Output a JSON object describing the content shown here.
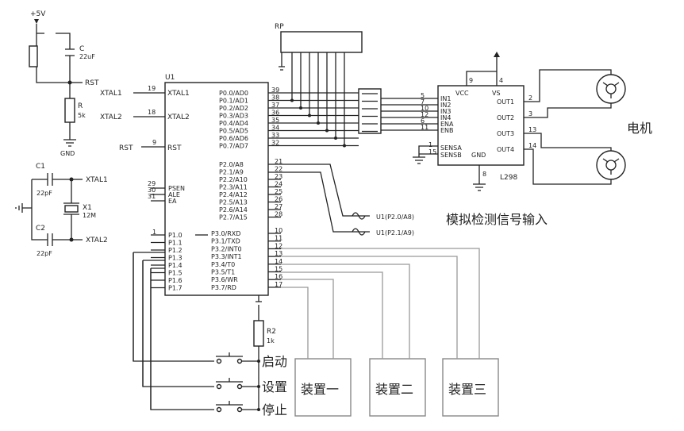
{
  "power": {
    "vcc_label": "+5V",
    "gnd_label": "GND"
  },
  "reset": {
    "cap_name": "C",
    "cap_value": "22uF",
    "res_name": "R",
    "res_value": "5k",
    "rst_net": "RST"
  },
  "crystal": {
    "c1_name": "C1",
    "c1_value": "22pF",
    "c2_name": "C2",
    "c2_value": "22pF",
    "x1_name": "X1",
    "x1_value": "12M",
    "xtal1_net": "XTAL1",
    "xtal2_net": "XTAL2"
  },
  "mcu": {
    "ref": "U1",
    "left_nets": {
      "xtal1": "XTAL1",
      "xtal2": "XTAL2",
      "rst": "RST"
    },
    "left_pin_nums": {
      "xtal1": "19",
      "xtal2": "18",
      "rst": "9",
      "psen": "29",
      "ale": "30",
      "ea": "31",
      "p10": "1"
    },
    "left_pins": [
      "XTAL1",
      "XTAL2",
      "RST",
      "PSEN",
      "ALE",
      "EA"
    ],
    "port1_pins": [
      "P1.0",
      "P1.1",
      "P1.2",
      "P1.3",
      "P1.4",
      "P1.5",
      "P1.6",
      "P1.7"
    ],
    "port0_pins": [
      "P0.0/AD0",
      "P0.1/AD1",
      "P0.2/AD2",
      "P0.3/AD3",
      "P0.4/AD4",
      "P0.5/AD5",
      "P0.6/AD6",
      "P0.7/AD7"
    ],
    "port0_nums": [
      "39",
      "38",
      "37",
      "36",
      "35",
      "34",
      "33",
      "32"
    ],
    "port2_pins": [
      "P2.0/A8",
      "P2.1/A9",
      "P2.2/A10",
      "P2.3/A11",
      "P2.4/A12",
      "P2.5/A13",
      "P2.6/A14",
      "P2.7/A15"
    ],
    "port2_nums": [
      "21",
      "22",
      "23",
      "24",
      "25",
      "26",
      "27",
      "28"
    ],
    "port3_pins": [
      "P3.0/RXD",
      "P3.1/TXD",
      "P3.2/INT0",
      "P3.3/INT1",
      "P3.4/T0",
      "P3.5/T1",
      "P3.6/WR",
      "P3.7/RD"
    ],
    "port3_nums": [
      "10",
      "11",
      "12",
      "13",
      "14",
      "15",
      "16",
      "17"
    ]
  },
  "rp": {
    "label": "RP"
  },
  "driver": {
    "ref": "L298",
    "in_pins": [
      "IN1",
      "IN2",
      "IN3",
      "IN4",
      "ENA",
      "ENB"
    ],
    "in_nums": [
      "5",
      "7",
      "10",
      "12",
      "6",
      "11"
    ],
    "sense_pins": [
      "SENSA",
      "SENSB"
    ],
    "sense_nums": [
      "1",
      "15"
    ],
    "vcc": "VCC",
    "vs": "VS",
    "gnd": "GND",
    "vcc_num": "9",
    "vs_num": "4",
    "gnd_num": "8",
    "out_pins": [
      "OUT1",
      "OUT2",
      "OUT3",
      "OUT4"
    ],
    "out_nums": [
      "2",
      "3",
      "13",
      "14"
    ]
  },
  "motor_label": "电机",
  "analog": {
    "label": "模拟检测信号输入",
    "nets": [
      "U1(P2.0/A8)",
      "U1(P2.1/A9)"
    ]
  },
  "r2": {
    "name": "R2",
    "value": "1k"
  },
  "buttons": [
    "启动",
    "设置",
    "停止"
  ],
  "devices": [
    "装置一",
    "装置二",
    "装置三"
  ]
}
